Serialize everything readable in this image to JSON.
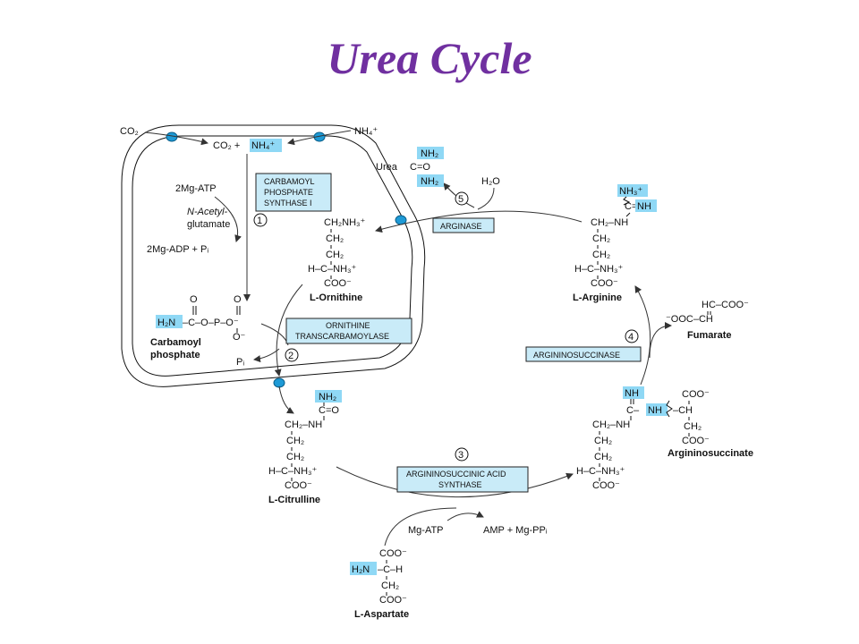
{
  "title": "Urea Cycle",
  "inputs": {
    "co2": "CO₂",
    "nh4": "NH₄⁺",
    "co2_plus": "CO₂ +",
    "nh4_hl": "NH₄⁺",
    "mg_atp_2": "2Mg-ATP",
    "acetyl_1": "N-Acetyl-",
    "acetyl_2": "glutamate",
    "mg_adp": "2Mg-ADP + Pᵢ",
    "pi": "Pᵢ",
    "h2o": "H₂O",
    "urea": "Urea",
    "mg_atp": "Mg-ATP",
    "amp": "AMP + Mg-PPᵢ"
  },
  "enzymes": {
    "cps_1": "CARBAMOYL",
    "cps_2": "PHOSPHATE",
    "cps_3": "SYNTHASE I",
    "otc_1": "ORNITHINE",
    "otc_2": "TRANSCARBAMOYLASE",
    "arginase": "ARGINASE",
    "argininosuccinase": "ARGININOSUCCINASE",
    "ass_1": "ARGININOSUCCINIC ACID",
    "ass_2": "SYNTHASE"
  },
  "steps": {
    "s1": "1",
    "s2": "2",
    "s3": "3",
    "s4": "4",
    "s5": "5"
  },
  "molecules": {
    "carbamoyl_phosphate": {
      "name_1": "Carbamoyl",
      "name_2": "phosphate",
      "h2n": "H₂N",
      "formula": "–C–O–P–O⁻",
      "o_top": "O",
      "o_top2": "O",
      "o_bottom": "O⁻"
    },
    "ornithine": {
      "name": "L-Ornithine",
      "r1": "CH₂NH₃⁺",
      "r2": "CH₂",
      "r3": "CH₂",
      "r4": "H–C–NH₃⁺",
      "r5": "COO⁻"
    },
    "citrulline": {
      "name": "L-Citrulline",
      "nh2": "NH₂",
      "r0": "C=O",
      "r1": "CH₂–NH",
      "r2": "CH₂",
      "r3": "CH₂",
      "r4": "H–C–NH₃⁺",
      "r5": "COO⁻"
    },
    "arginine": {
      "name": "L-Arginine",
      "nh3": "NH₃⁺",
      "r0a": "C=",
      "r0b": "NH",
      "r1": "CH₂–NH",
      "r2": "CH₂",
      "r3": "CH₂",
      "r4": "H–C–NH₃⁺",
      "r5": "COO⁻"
    },
    "argininosuccinate": {
      "name": "Argininosuccinate",
      "nh": "NH",
      "cbond": "C–",
      "nh_link": "NH",
      "coo_top": "COO⁻",
      "ch": "–CH",
      "r1": "CH₂–NH",
      "ch2b": "CH₂",
      "coo_bot": "COO⁻",
      "r2": "CH₂",
      "r3": "CH₂",
      "r4": "H–C–NH₃⁺",
      "r5": "COO⁻"
    },
    "fumarate": {
      "name": "Fumarate",
      "r1": "HC–COO⁻",
      "r2": "⁻OOC–CH"
    },
    "aspartate": {
      "name": "L-Aspartate",
      "r1": "COO⁻",
      "h2n": "H₂N",
      "r2": "–C–H",
      "r3": "CH₂",
      "r4": "COO⁻"
    },
    "urea_struct": {
      "nh2_top": "NH₂",
      "co": "C=O",
      "nh2_bot": "NH₂"
    }
  }
}
